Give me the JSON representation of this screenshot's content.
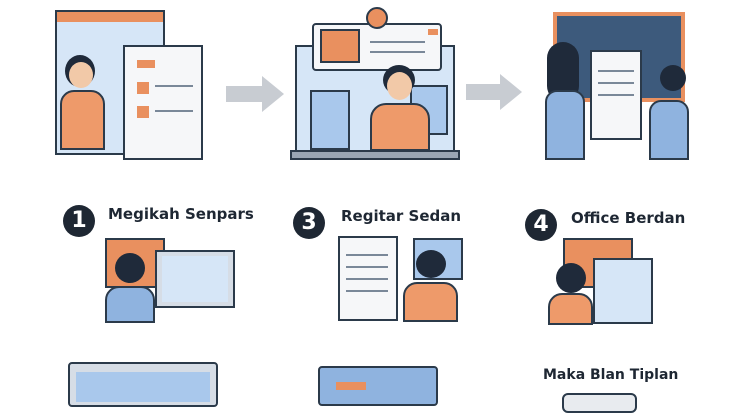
{
  "steps": [
    {
      "number": "1",
      "label": "Megikah Senpars"
    },
    {
      "number": "3",
      "label": "Regitar Sedan"
    },
    {
      "number": "4",
      "label": "Office Berdan"
    }
  ],
  "bottom_label": "Maka Blan Tiplan",
  "colors": {
    "accent": "#e9905f",
    "blue": "#a9c8ec",
    "dark": "#1e2733",
    "arrow": "#c8ccd2"
  }
}
